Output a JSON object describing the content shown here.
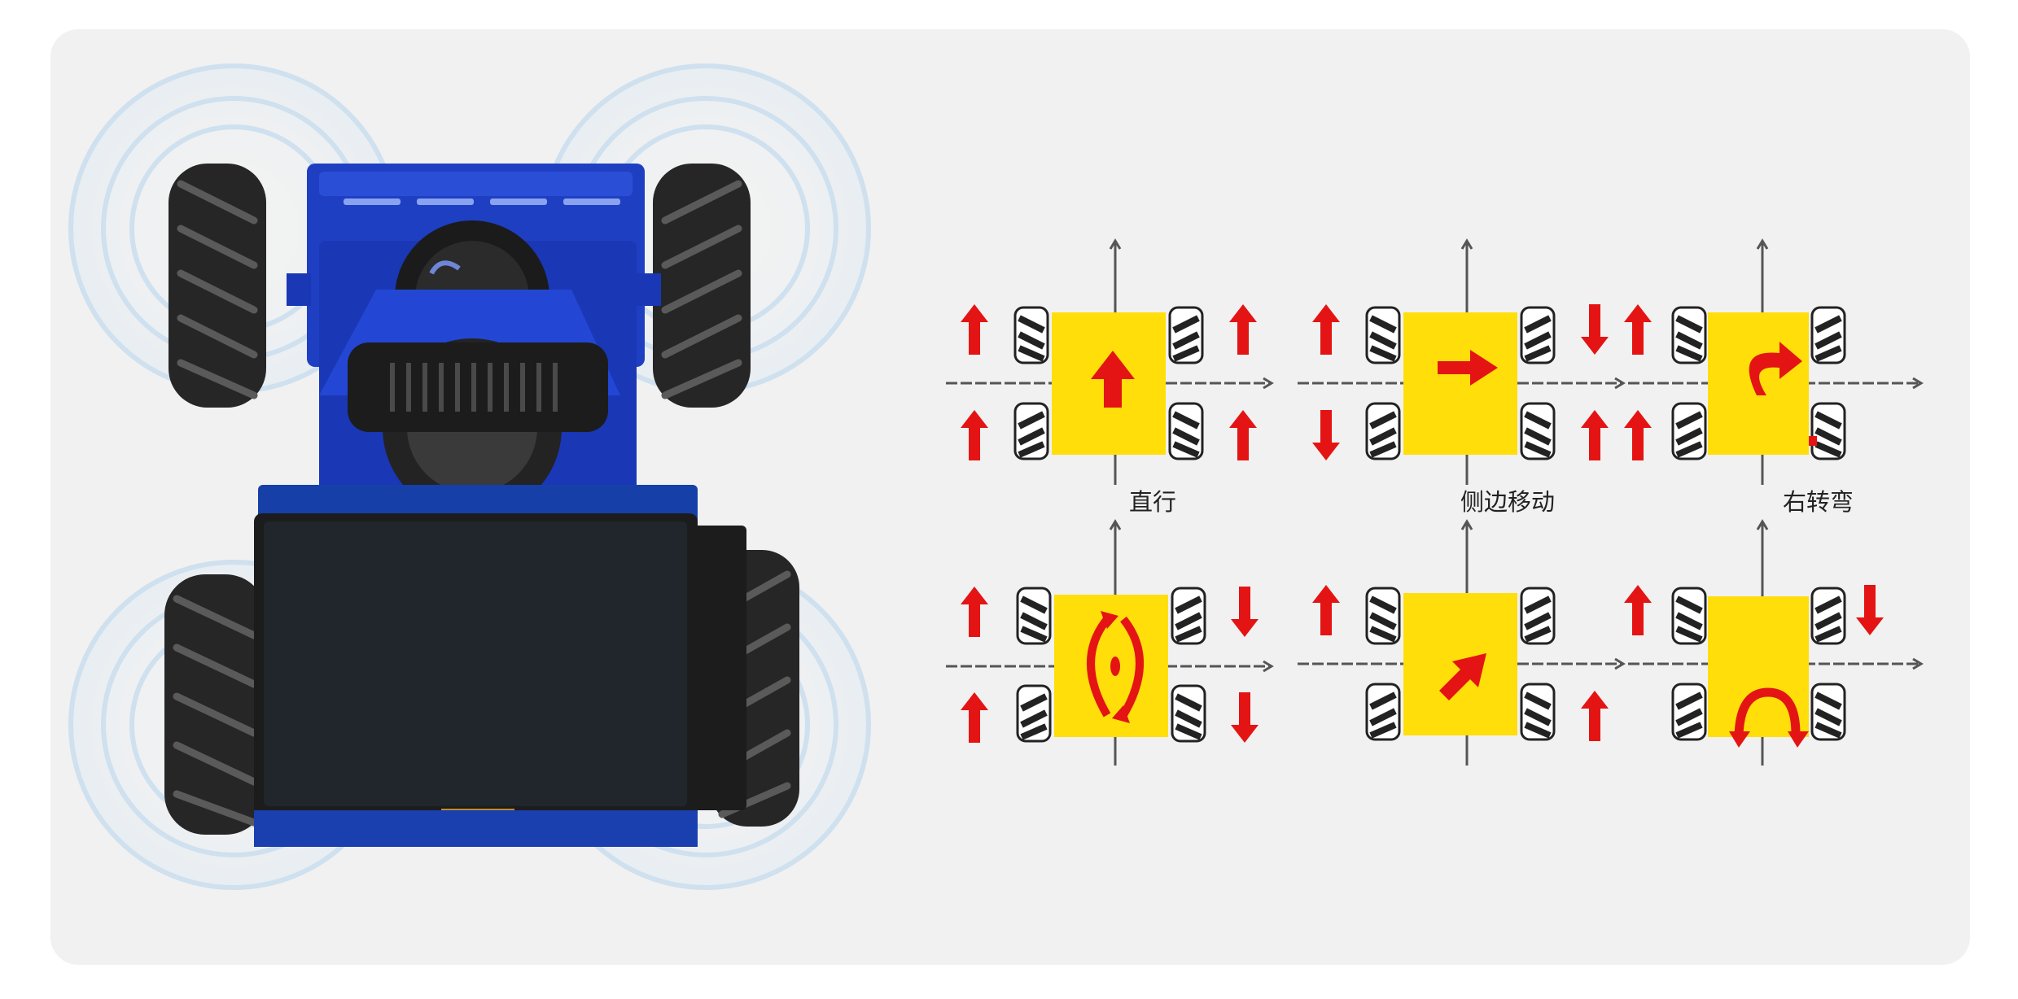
{
  "colors": {
    "panel": "#f1f1f1",
    "body_yellow": "#ffde0a",
    "arrow_red": "#e41414",
    "robot_blue": "#1a37b5",
    "screen": "#20262b",
    "wheel": "#2b2b2b",
    "ripple": "#c9def0"
  },
  "diagrams": [
    {
      "caption": "直行",
      "wheel_arrows": [
        "up",
        "up",
        "up",
        "up"
      ],
      "center_symbol": "arrow-up"
    },
    {
      "caption": "侧边移动",
      "wheel_arrows": [
        "up",
        "down",
        "down",
        "up"
      ],
      "center_symbol": "arrow-right"
    },
    {
      "caption": "右转弯",
      "wheel_arrows": [
        "up",
        "none",
        "up",
        "none"
      ],
      "center_symbol": "curve-right"
    },
    {
      "caption": "",
      "wheel_arrows": [
        "up",
        "down",
        "up",
        "down"
      ],
      "center_symbol": "rotate"
    },
    {
      "caption": "",
      "wheel_arrows": [
        "up",
        "none",
        "none",
        "up"
      ],
      "center_symbol": "arrow-diagonal-up-right"
    },
    {
      "caption": "",
      "wheel_arrows": [
        "up",
        "down",
        "none",
        "none"
      ],
      "center_symbol": "arc-top"
    }
  ]
}
